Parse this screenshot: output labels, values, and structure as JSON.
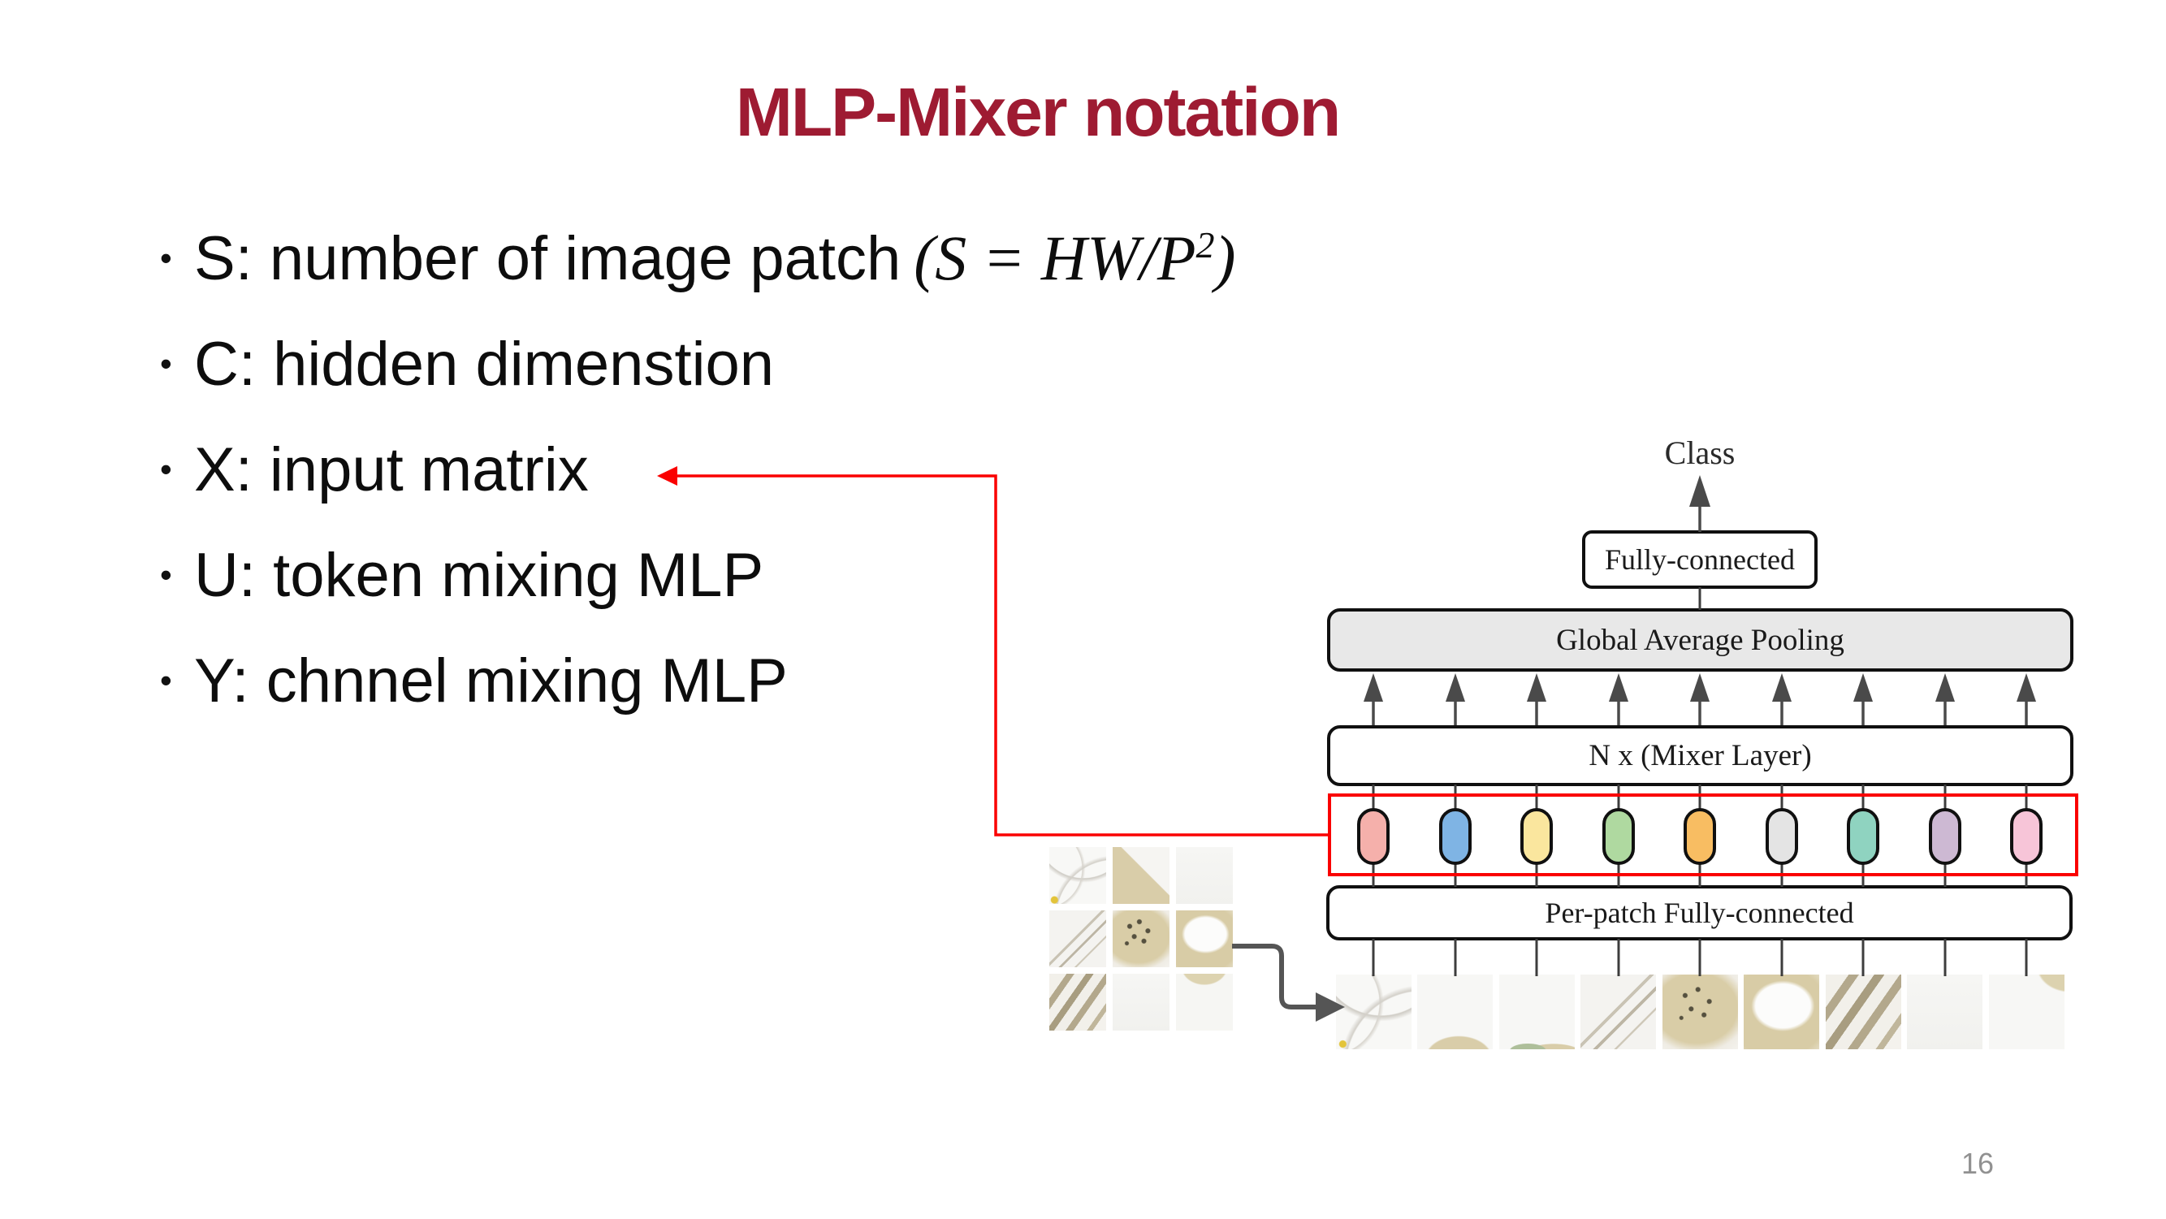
{
  "slide": {
    "title": "MLP-Mixer notation",
    "title_color": "#9E1B32",
    "bullet_marker": "•",
    "bullets": [
      {
        "text": "S: number of image patch",
        "formula_open": "(S = HW/P",
        "formula_sup": "2",
        "formula_close": ")"
      },
      {
        "text": "C: hidden dimenstion"
      },
      {
        "text": "X: input matrix"
      },
      {
        "text": "U: token mixing MLP"
      },
      {
        "text": "Y: chnnel mixing MLP"
      }
    ],
    "page_number": "16"
  },
  "diagram": {
    "class_label": "Class",
    "fully_connected_label": "Fully-connected",
    "gap_label": "Global Average Pooling",
    "mixer_label": "N x (Mixer Layer)",
    "per_patch_label": "Per-patch Fully-connected",
    "gap_box_fill": "#E8E8E8",
    "accent_red": "#FA0000",
    "token_colors": [
      "#F5B0AB",
      "#7FB4E4",
      "#FAE69E",
      "#AFD9A0",
      "#F8BD62",
      "#E4E4E4",
      "#8FD3C0",
      "#CDB9D3",
      "#F7C5D8"
    ]
  }
}
